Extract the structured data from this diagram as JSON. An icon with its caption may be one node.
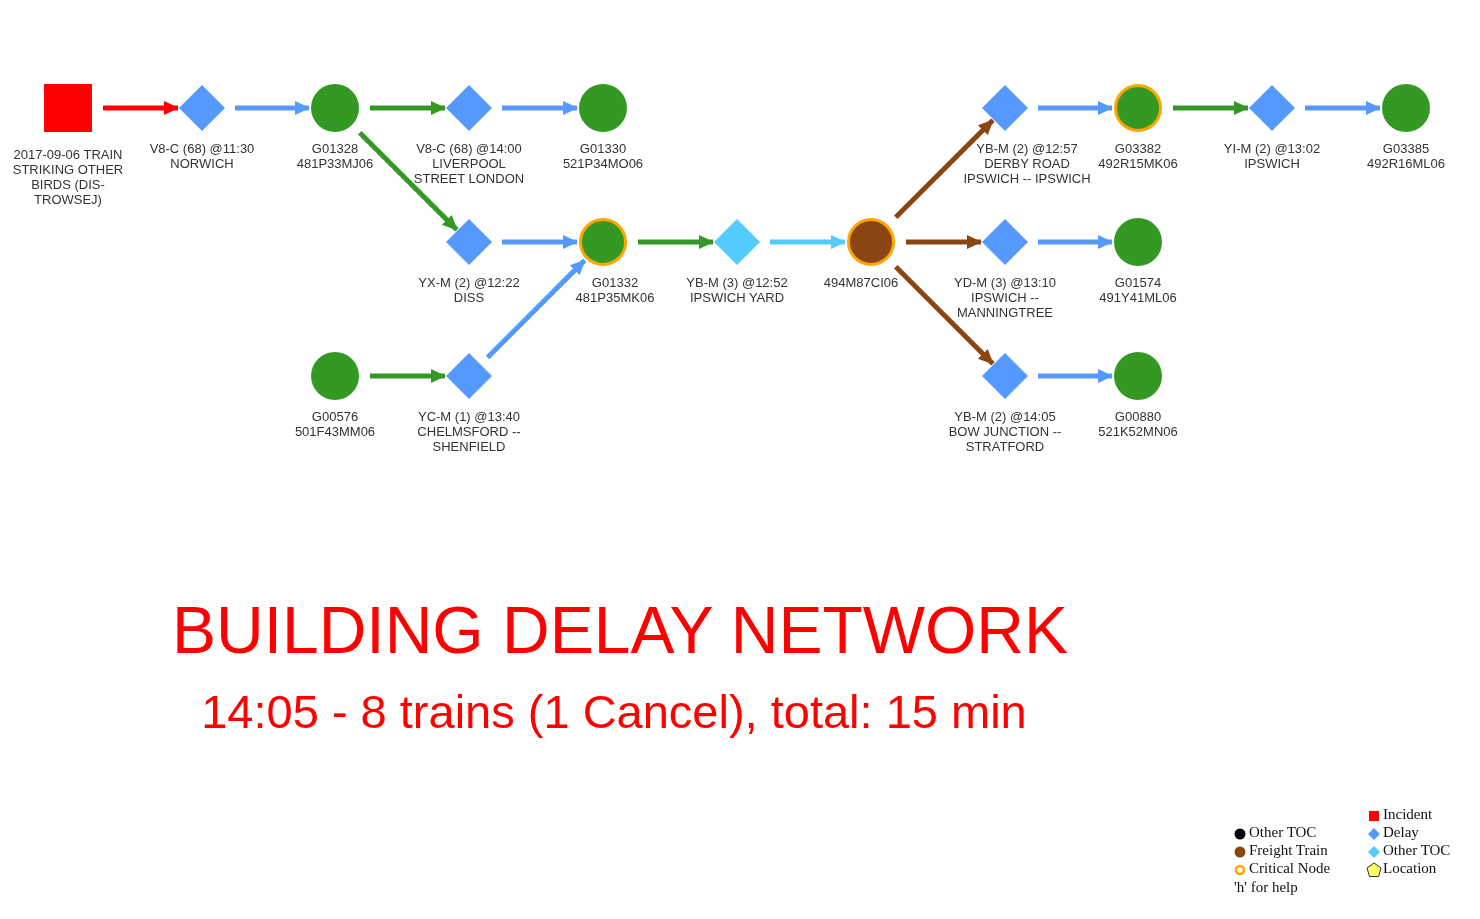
{
  "diagram": {
    "title": "BUILDING DELAY NETWORK",
    "caption": "14:05 - 8 trains (1 Cancel), total: 15 min",
    "nodes": [
      {
        "text": [
          "2017-09-06 TRAIN STRIKING OTHER BIRDS (DIS-TROWSEJ)"
        ]
      },
      {
        "text": [
          "V8-C (68) @11:30",
          "NORWICH"
        ]
      },
      {
        "text": [
          "G01328",
          "481P33MJ06"
        ]
      },
      {
        "text": [
          "V8-C (68) @14:00",
          "LIVERPOOL STREET LONDON"
        ]
      },
      {
        "text": [
          "G01330",
          "521P34MO06"
        ]
      },
      {
        "text": [
          "YB-M (2) @12:57",
          "DERBY ROAD IPSWICH -- IPSWICH"
        ]
      },
      {
        "text": [
          "G03382",
          "492R15MK06"
        ]
      },
      {
        "text": [
          "YI-M (2) @13:02",
          "IPSWICH"
        ]
      },
      {
        "text": [
          "G03385",
          "492R16ML06"
        ]
      },
      {
        "text": [
          "YX-M (2) @12:22",
          "DISS"
        ]
      },
      {
        "text": [
          "G01332",
          "481P35MK06"
        ]
      },
      {
        "text": [
          "YB-M (3) @12:52",
          "IPSWICH YARD"
        ]
      },
      {
        "text": [
          "494M87CI06"
        ]
      },
      {
        "text": [
          "YD-M (3) @13:10",
          "IPSWICH -- MANNINGTREE"
        ]
      },
      {
        "text": [
          "G01574",
          "491Y41ML06"
        ]
      },
      {
        "text": [
          "G00576",
          "501F43MM06"
        ]
      },
      {
        "text": [
          "YC-M (1) @13:40",
          "CHELMSFORD -- SHENFIELD"
        ]
      },
      {
        "text": [
          "YB-M (2) @14:05",
          "BOW JUNCTION -- STRATFORD"
        ]
      },
      {
        "text": [
          "G00880",
          "521K52MN06"
        ]
      }
    ],
    "edges": [
      {
        "from": 0,
        "to": 1,
        "arrow": "to",
        "color": "#ff0000"
      },
      {
        "from": 1,
        "to": 2,
        "arrow": "to"
      },
      {
        "from": 2,
        "to": 3,
        "arrow": "to",
        "color": "#339922"
      },
      {
        "from": 3,
        "to": 4,
        "arrow": "to"
      },
      {
        "from": 2,
        "to": 9,
        "arrow": "to",
        "color": "#339922"
      },
      {
        "from": 9,
        "to": 10,
        "arrow": "to"
      },
      {
        "from": 16,
        "to": 10,
        "arrow": "to"
      },
      {
        "from": 15,
        "to": 16,
        "arrow": "to",
        "color": "#339922"
      },
      {
        "from": 10,
        "to": 11,
        "arrow": "to",
        "color": "#339922"
      },
      {
        "from": 11,
        "to": 12,
        "arrow": "to",
        "color": "#55ccff"
      },
      {
        "from": 12,
        "to": 5,
        "arrow": "to",
        "color": "#8b4513"
      },
      {
        "from": 5,
        "to": 6,
        "arrow": "to"
      },
      {
        "from": 6,
        "to": 7,
        "arrow": "to",
        "color": "#339922"
      },
      {
        "from": 7,
        "to": 8,
        "arrow": "to"
      },
      {
        "from": 12,
        "to": 13,
        "arrow": "to",
        "color": "#8b4513"
      },
      {
        "from": 13,
        "to": 14,
        "arrow": "to"
      },
      {
        "from": 12,
        "to": 17,
        "arrow": "to",
        "color": "#8b4513"
      },
      {
        "from": 17,
        "to": 18,
        "arrow": "to"
      }
    ],
    "labels": [
      "'h' for help"
    ],
    "legend": [
      {
        "text": "Other TOC",
        "color": "#000000"
      },
      {
        "text": "Freight Train",
        "color": "#8b4513"
      },
      {
        "text": "Critical Node"
      },
      {
        "text": "Incident",
        "color": "#ff0000"
      },
      {
        "text": "Delay",
        "color": "#5599ff"
      },
      {
        "text": "Other TOC",
        "color": "#55ccff"
      },
      {
        "text": "Location"
      }
    ]
  }
}
